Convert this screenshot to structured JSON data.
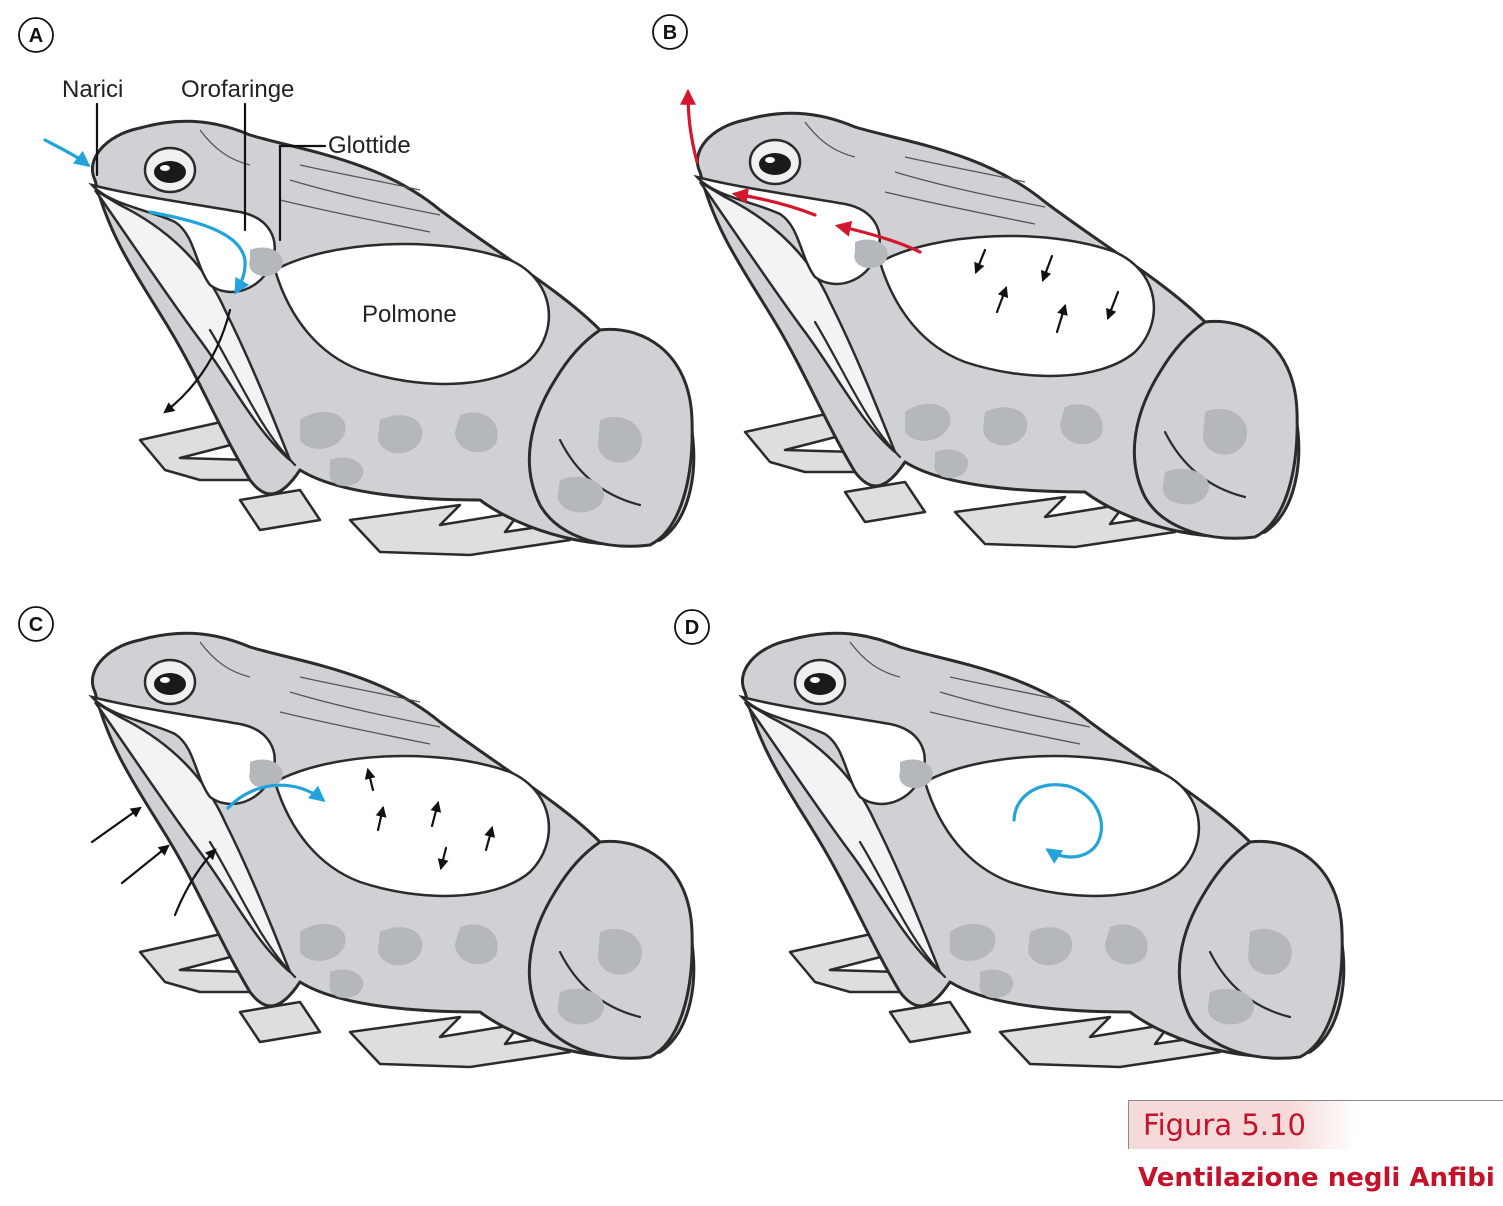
{
  "panels": [
    {
      "letter": "A"
    },
    {
      "letter": "B"
    },
    {
      "letter": "C"
    },
    {
      "letter": "D"
    }
  ],
  "labels": {
    "nostrils": "Narici",
    "oropharynx": "Orofaringe",
    "glottis": "Glottide",
    "lung": "Polmone"
  },
  "caption": {
    "figure": "Figura 5.10",
    "title": "Ventilazione negli Anfibi"
  },
  "colors": {
    "inflow_arrow": "#22a3dc",
    "outflow_arrow": "#d4172c",
    "caption": "#c3122a"
  }
}
